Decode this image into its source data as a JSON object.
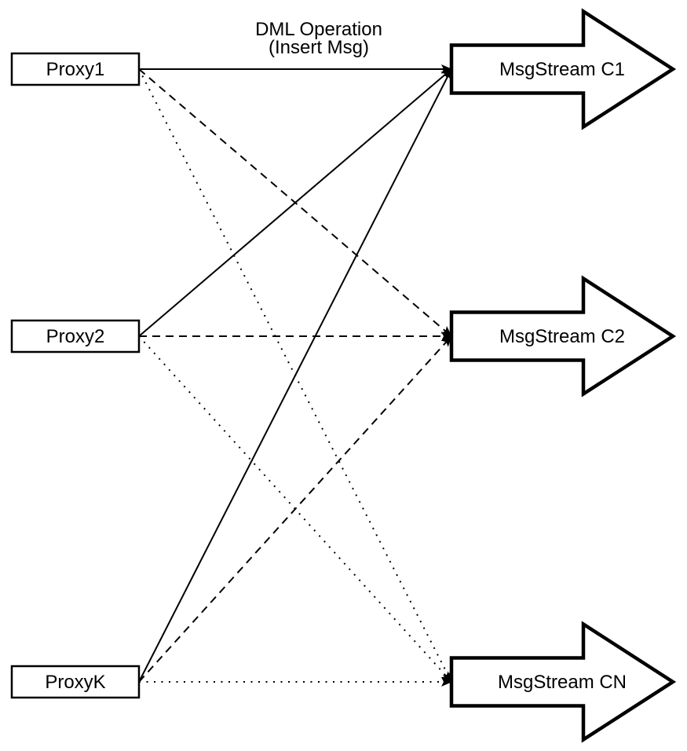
{
  "title": {
    "line1": "DML Operation",
    "line2": "(Insert Msg)"
  },
  "proxies": [
    {
      "id": "proxy1",
      "label": "Proxy1"
    },
    {
      "id": "proxy2",
      "label": "Proxy2"
    },
    {
      "id": "proxyk",
      "label": "ProxyK"
    }
  ],
  "streams": [
    {
      "id": "c1",
      "label": "MsgStream C1"
    },
    {
      "id": "c2",
      "label": "MsgStream C2"
    },
    {
      "id": "cn",
      "label": "MsgStream CN"
    }
  ],
  "edges": [
    {
      "from": "proxy1",
      "to": "c1",
      "style": "solid"
    },
    {
      "from": "proxy1",
      "to": "c2",
      "style": "dashed"
    },
    {
      "from": "proxy1",
      "to": "cn",
      "style": "dotted"
    },
    {
      "from": "proxy2",
      "to": "c1",
      "style": "solid"
    },
    {
      "from": "proxy2",
      "to": "c2",
      "style": "dashed"
    },
    {
      "from": "proxy2",
      "to": "cn",
      "style": "dotted"
    },
    {
      "from": "proxyk",
      "to": "c1",
      "style": "solid"
    },
    {
      "from": "proxyk",
      "to": "c2",
      "style": "dashed"
    },
    {
      "from": "proxyk",
      "to": "cn",
      "style": "dotted"
    }
  ],
  "colors": {
    "ink": "#000000",
    "paper": "#ffffff"
  }
}
